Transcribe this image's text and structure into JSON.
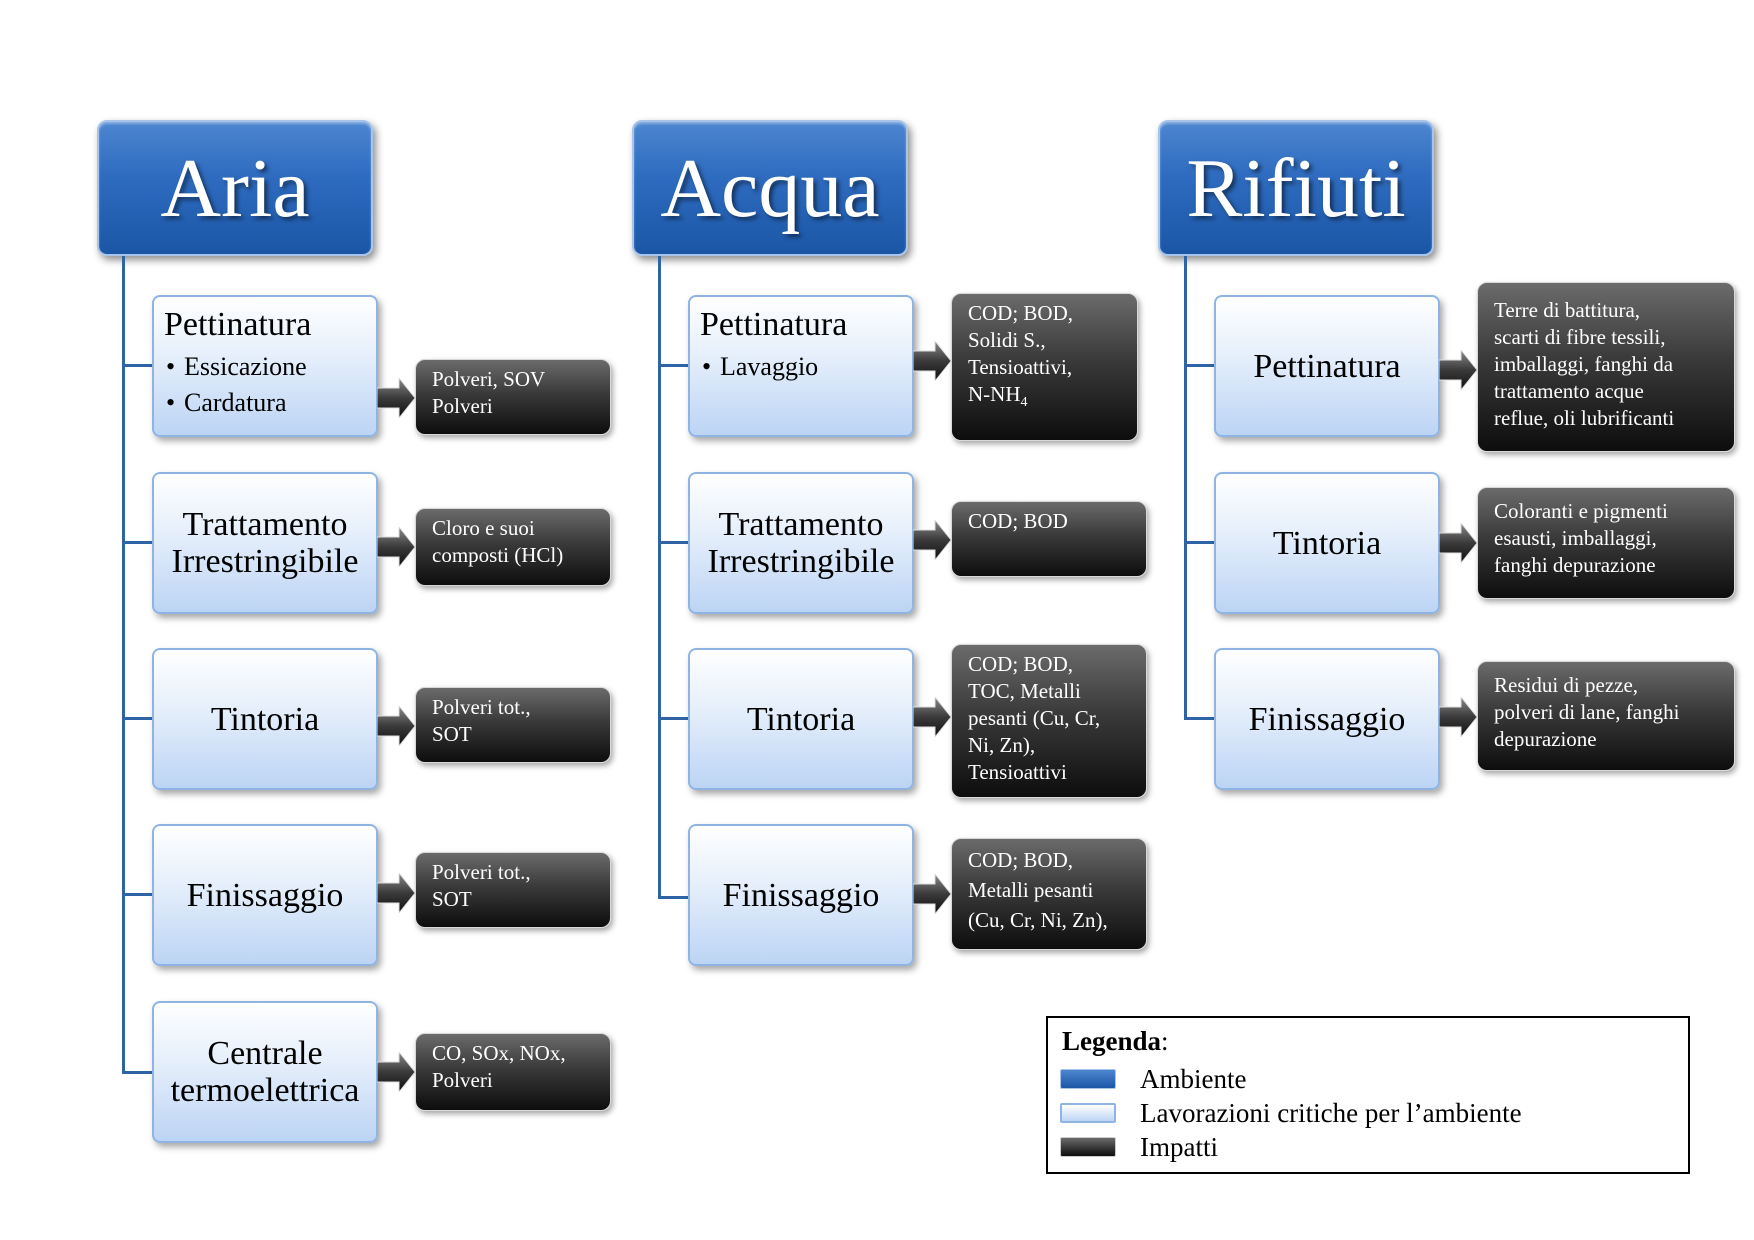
{
  "columns": [
    {
      "header": "Aria",
      "processes": [
        {
          "title": "Pettinatura",
          "bullets": [
            "Essicazione",
            "Cardatura"
          ],
          "impact": [
            "Polveri, SOV",
            "Polveri"
          ]
        },
        {
          "title": "Trattamento Irrestringibile",
          "impact": [
            "Cloro e suoi",
            "composti (HCl)"
          ]
        },
        {
          "title": "Tintoria",
          "impact": [
            "Polveri tot.,",
            "SOT"
          ]
        },
        {
          "title": "Finissaggio",
          "impact": [
            "Polveri tot.,",
            "SOT"
          ]
        },
        {
          "title": "Centrale termoelettrica",
          "impact": [
            "CO, SOx, NOx,",
            "Polveri"
          ]
        }
      ]
    },
    {
      "header": "Acqua",
      "processes": [
        {
          "title": "Pettinatura",
          "bullets": [
            "Lavaggio"
          ],
          "impact": [
            "COD; BOD,",
            "Solidi S.,",
            "Tensioattivi,",
            "N-NH",
            "4"
          ]
        },
        {
          "title": "Trattamento Irrestringibile",
          "impact": [
            "COD; BOD"
          ]
        },
        {
          "title": "Tintoria",
          "impact": [
            "COD; BOD,",
            "TOC, Metalli",
            "pesanti (Cu, Cr,",
            "Ni, Zn),",
            "Tensioattivi"
          ]
        },
        {
          "title": "Finissaggio",
          "impact": [
            "COD; BOD,",
            "Metalli pesanti",
            "(Cu, Cr, Ni, Zn),"
          ]
        }
      ]
    },
    {
      "header": "Rifiuti",
      "processes": [
        {
          "title": "Pettinatura",
          "impact": [
            "Terre di battitura,",
            "scarti di fibre tessili,",
            "imballaggi, fanghi da",
            "trattamento acque",
            "reflue, oli lubrificanti"
          ]
        },
        {
          "title": "Tintoria",
          "impact": [
            "Coloranti e pigmenti",
            "esausti, imballaggi,",
            "fanghi depurazione"
          ]
        },
        {
          "title": "Finissaggio",
          "impact": [
            "Residui di pezze,",
            "polveri di lane, fanghi",
            "depurazione"
          ]
        }
      ]
    }
  ],
  "legend": {
    "title": "Legenda",
    "title_suffix": ":",
    "items": [
      {
        "label": "Ambiente",
        "swatch": "blue"
      },
      {
        "label": "Lavorazioni critiche per l’ambiente",
        "swatch": "light-blue"
      },
      {
        "label": "Impatti",
        "swatch": "dark"
      }
    ]
  },
  "colors": {
    "header": "#2f6cc0",
    "process": "#bcd4f4",
    "impact": "#1a1a1a",
    "line": "#2e64a6"
  }
}
